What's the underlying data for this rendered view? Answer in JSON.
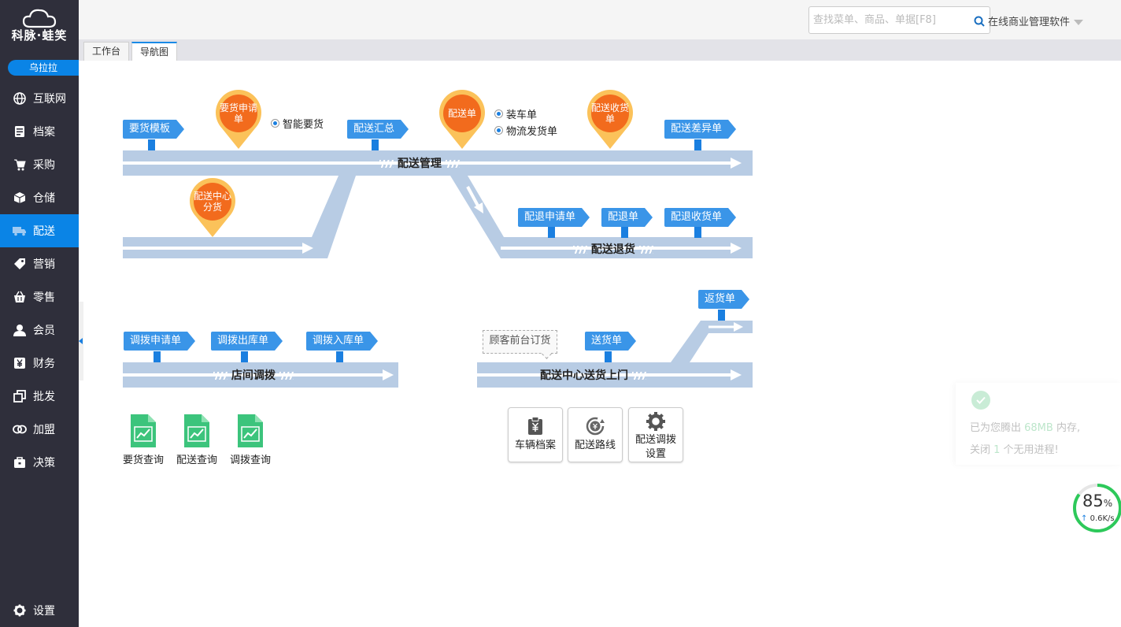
{
  "brand": {
    "name": "科脉·蛙笑",
    "user": "乌拉拉"
  },
  "sidebar": {
    "items": [
      {
        "label": "互联网",
        "icon": "globe-icon"
      },
      {
        "label": "档案",
        "icon": "archive-icon"
      },
      {
        "label": "采购",
        "icon": "cart-icon"
      },
      {
        "label": "仓储",
        "icon": "box-icon"
      },
      {
        "label": "配送",
        "icon": "truck-icon",
        "active": true
      },
      {
        "label": "营销",
        "icon": "tag-icon"
      },
      {
        "label": "零售",
        "icon": "basket-icon"
      },
      {
        "label": "会员",
        "icon": "user-icon"
      },
      {
        "label": "财务",
        "icon": "yen-icon"
      },
      {
        "label": "批发",
        "icon": "copy-icon"
      },
      {
        "label": "加盟",
        "icon": "link-icon"
      },
      {
        "label": "决策",
        "icon": "briefcase-icon"
      }
    ],
    "settings": "设置"
  },
  "topbar": {
    "search_placeholder": "查找菜单、商品、单据[F8]",
    "product": "在线商业管理软件"
  },
  "tabs": {
    "workbench": "工作台",
    "navmap": "导航图"
  },
  "flow": {
    "delivery": {
      "title": "配送管理",
      "flags": {
        "template": "要货模板",
        "summary": "配送汇总",
        "diff": "配送差异单"
      },
      "pins": {
        "request": "要货申请单",
        "delivery_order": "配送单",
        "receipt": "配送收货单",
        "center_split": "配送中心分货"
      },
      "options": {
        "smart": "智能要货",
        "loading": "装车单",
        "logistics": "物流发货单"
      }
    },
    "returns": {
      "title": "配送退货",
      "flags": {
        "apply": "配退申请单",
        "order": "配退单",
        "receipt": "配退收货单"
      }
    },
    "transfer": {
      "title": "店间调拨",
      "flags": {
        "apply": "调拨申请单",
        "out": "调拨出库单",
        "in": "调拨入库单"
      }
    },
    "door": {
      "title": "配送中心送货上门",
      "bubble": "顾客前台订货",
      "flags": {
        "ship": "送货单",
        "return": "返货单"
      }
    }
  },
  "reports": [
    "要货查询",
    "配送查询",
    "调拨查询"
  ],
  "tiles": [
    {
      "label": "车辆档案",
      "icon": "clipboard-yen-icon"
    },
    {
      "label": "配送路线",
      "icon": "route-yen-icon"
    },
    {
      "label": "配送调拨设置",
      "icon": "gear-icon"
    }
  ],
  "toast": {
    "line1_pre": "已为您腾出 ",
    "line1_hl": "68MB",
    "line1_post": " 内存,",
    "line2_pre": "关闭 ",
    "line2_hl": "1",
    "line2_post": " 个无用进程!"
  },
  "speed": {
    "percent": "85",
    "percent_unit": "%",
    "rate": "0.6K/s",
    "accent": "#2dc95a"
  },
  "colors": {
    "sidebar": "#2f2f3b",
    "active": "#0a84e6",
    "flag": "#3a95e8",
    "track": "#b8cce4",
    "pin_orange": "#f26b1d",
    "pin_yellow": "#fbc25a"
  }
}
